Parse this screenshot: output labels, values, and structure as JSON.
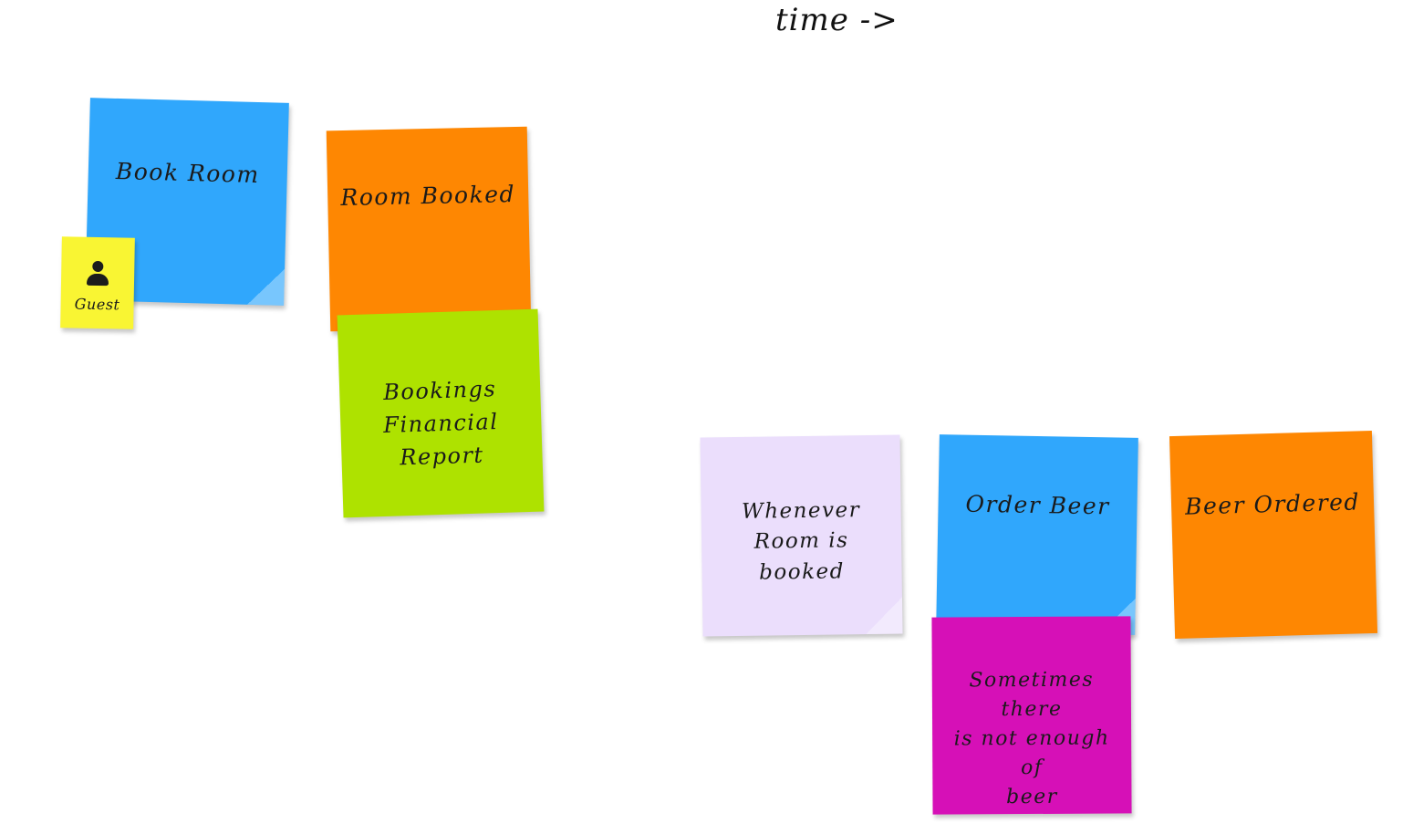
{
  "board": {
    "title": "time ->"
  },
  "stickies": {
    "book_room": {
      "text": "Book Room",
      "color": "#30a7fc"
    },
    "room_booked": {
      "text": "Room Booked",
      "color": "#fe8702"
    },
    "bookings_report": {
      "text": "Bookings\nFinancial Report",
      "color": "#aee200"
    },
    "guest": {
      "text": "Guest",
      "icon": "person-icon",
      "color": "#f9f533"
    },
    "whenever": {
      "text": "Whenever\nRoom is booked",
      "color": "#ebdefc"
    },
    "order_beer": {
      "text": "Order Beer",
      "color": "#30a7fc"
    },
    "beer_ordered": {
      "text": "Beer Ordered",
      "color": "#fe8702"
    },
    "not_enough": {
      "text": "Sometimes there\nis not enough of\nbeer",
      "color": "#d610b7"
    }
  }
}
